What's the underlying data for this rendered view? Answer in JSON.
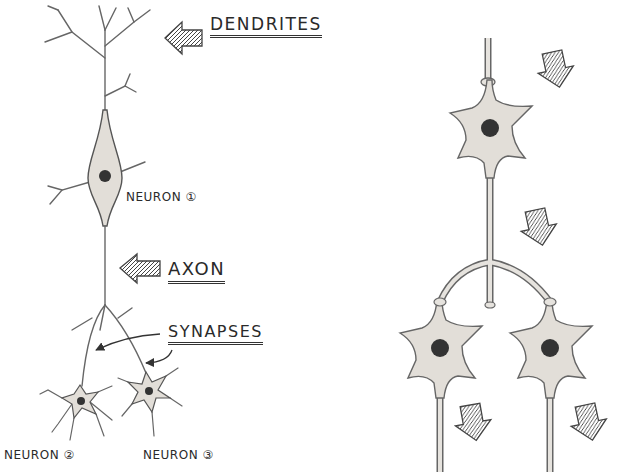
{
  "diagram": {
    "labels": [
      "DENDRITES",
      "NEURON ①",
      "AXON",
      "SYNAPSES",
      "NEURON ②",
      "NEURON ③"
    ]
  }
}
